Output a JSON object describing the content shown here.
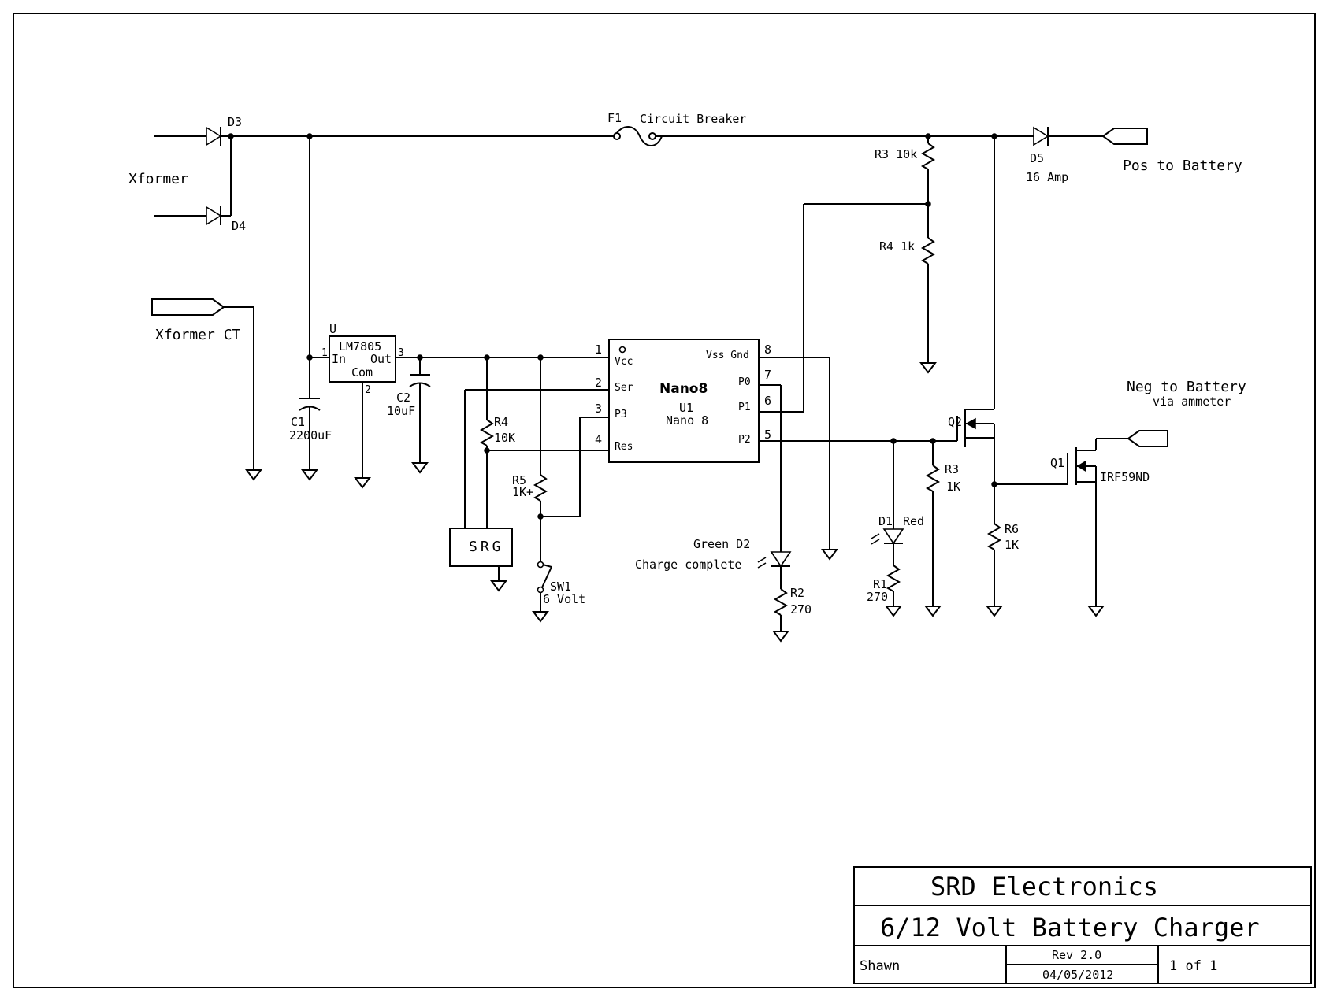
{
  "labels": {
    "d3": "D3",
    "d4": "D4",
    "d5": "D5",
    "d5_rating": "16 Amp",
    "f1": "F1",
    "f1_desc": "Circuit Breaker",
    "xformer": "Xformer",
    "xformer_ct": "Xformer CT",
    "pos_to_battery": "Pos to Battery",
    "neg_to_battery": "Neg to Battery",
    "via_ammeter": "via ammeter",
    "r3_top": "R3 10k",
    "r4_top": "R4 1k",
    "u_reg": "U",
    "lm7805": "LM7805",
    "reg_in": "In",
    "reg_out": "Out",
    "reg_com": "Com",
    "pin1_reg": "1",
    "pin2_reg": "2",
    "pin3_reg": "3",
    "c1": "C1",
    "c1_val": "2200uF",
    "c2": "C2",
    "c2_val": "10uF",
    "nano8_title": "Nano8",
    "u1": "U1",
    "nano8_sub": "Nano 8",
    "pin_vcc": "Vcc",
    "pin_ser": "Ser",
    "pin_p3": "P3",
    "pin_res": "Res",
    "pin_vss": "Vss Gnd",
    "pin_p0": "P0",
    "pin_p1": "P1",
    "pin_p2": "P2",
    "n1": "1",
    "n2": "2",
    "n3": "3",
    "n4": "4",
    "n5": "5",
    "n6": "6",
    "n7": "7",
    "n8": "8",
    "r4_left": "R4",
    "r4_left_val": "10K",
    "r5": "R5",
    "r5_val": "1K+",
    "srg": "SRG",
    "sw1": "SW1",
    "sw1_val": "6 Volt",
    "green_d2": "Green D2",
    "charge_complete": "Charge complete",
    "r2": "R2",
    "r2_val": "270",
    "d1": "D1",
    "d1_color": "Red",
    "r1": "R1",
    "r1_val": "270",
    "r3_mid": "R3",
    "r3_mid_val": "1K",
    "q2": "Q2",
    "q1": "Q1",
    "q1_part": "IRF59ND",
    "r6": "R6",
    "r6_val": "1K"
  },
  "title_block": {
    "company": "SRD Electronics",
    "title": "6/12 Volt Battery Charger",
    "author": "Shawn",
    "rev": "Rev 2.0",
    "date": "04/05/2012",
    "sheet": "1 of 1"
  }
}
